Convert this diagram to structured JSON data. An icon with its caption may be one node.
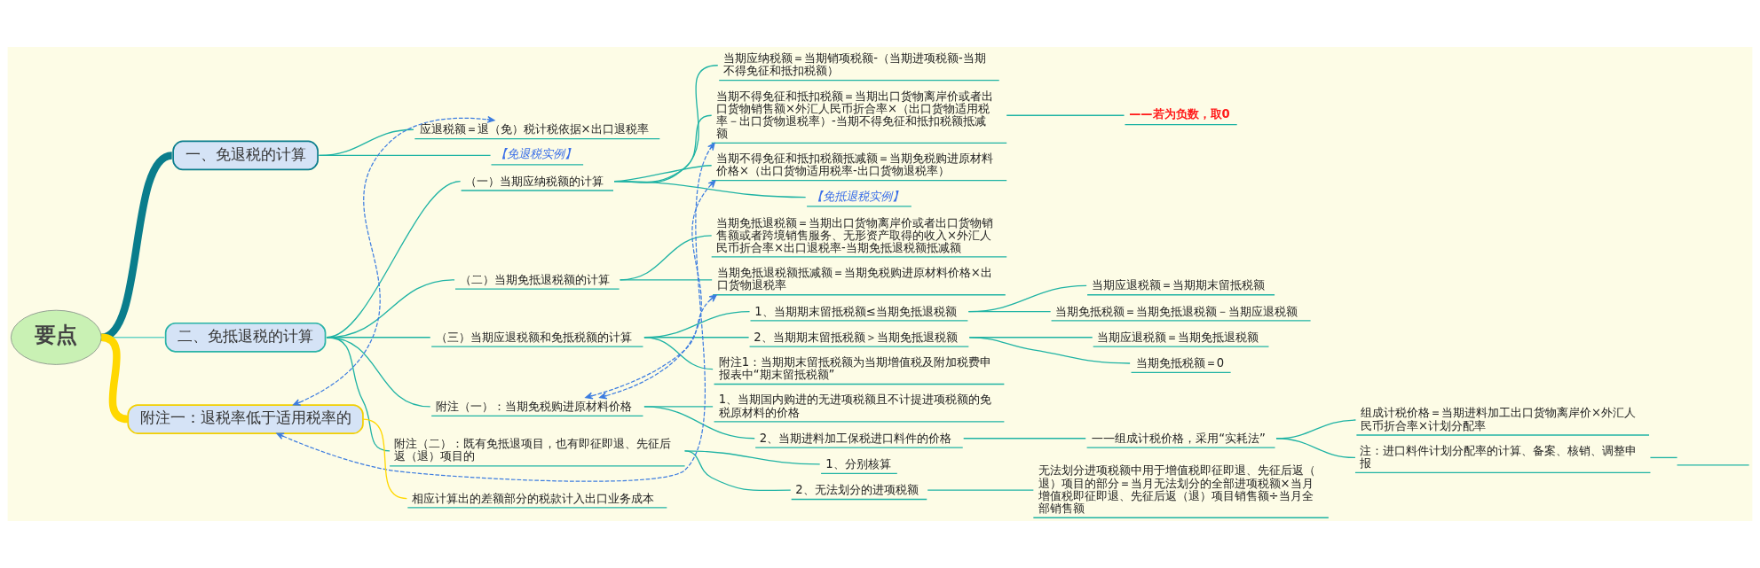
{
  "diagram": {
    "nodes": [
      {
        "text": [
          "要点"
        ]
      },
      {
        "text": [
          "一、免退税的计算"
        ]
      },
      {
        "text": [
          "应退税额＝退（免）税计税依据×出口退税率"
        ]
      },
      {
        "text": [
          "【免退税实例】"
        ]
      },
      {
        "text": [
          "二、免抵退税的计算"
        ]
      },
      {
        "text": [
          "（一）当期应纳税额的计算"
        ]
      },
      {
        "text": [
          "当期应纳税额＝当期销项税额-（当期进项税额-当期不得免征和抵扣税额）"
        ]
      },
      {
        "text": [
          "当期不得免征和抵扣税额＝当期出口货物离岸价或者出口货物销售额×外汇人民币折合率×（出口货物适用税率－出口货物退税率）-当期不得免征和抵扣税额抵减额"
        ]
      },
      {
        "text": [
          "——若为负数，取0"
        ]
      },
      {
        "text": [
          "当期不得免征和抵扣税额抵减额＝当期免税购进原材料价格×（出口货物适用税率-出口货物退税率）"
        ]
      },
      {
        "text": [
          "【免抵退税实例】"
        ]
      },
      {
        "text": [
          "（二）当期免抵退税额的计算"
        ]
      },
      {
        "text": [
          "当期免抵退税额＝当期出口货物离岸价或者出口货物销售额或者跨境销售服务、无形资产取得的收入×外汇人民币折合率×出口退税率-当期免抵退税额抵减额"
        ]
      },
      {
        "text": [
          "当期免抵退税额抵减额＝当期免税购进原材料价格×出口货物退税率"
        ]
      },
      {
        "text": [
          "（三）当期应退税额和免抵税额的计算"
        ]
      },
      {
        "text": [
          "1、当期期末留抵税额≤当期免抵退税额"
        ]
      },
      {
        "text": [
          "当期应退税额＝当期期末留抵税额"
        ]
      },
      {
        "text": [
          "当期免抵税额＝当期免抵退税额－当期应退税额"
        ]
      },
      {
        "text": [
          "2、当期期末留抵税额＞当期免抵退税额"
        ]
      },
      {
        "text": [
          "当期应退税额＝当期免抵退税额"
        ]
      },
      {
        "text": [
          "当期免抵税额＝0"
        ]
      },
      {
        "text": [
          "附注1：当期期末留抵税额为当期增值税及附加税费申报表中“期末留抵税额”"
        ]
      },
      {
        "text": [
          "附注（一）：当期免税购进原材料价格"
        ]
      },
      {
        "text": [
          "1、当期国内购进的无进项税额且不计提进项税额的免税原材料的价格"
        ]
      },
      {
        "text": [
          "2、当期进料加工保税进口料件的价格"
        ]
      },
      {
        "text": [
          "——组成计税价格，采用“实耗法”"
        ]
      },
      {
        "text": [
          "组成计税价格＝当期进料加工出口货物离岸价×外汇人民币折合率×计划分配率"
        ]
      },
      {
        "text": [
          "注：进口料件计划分配率的计算、备案、核销、调整申报"
        ]
      },
      {
        "text": [],
        "shape": "bar"
      },
      {
        "text": [
          "附注（二）：既有免抵退项目，也有即征即退、先征后返（退）项目的"
        ]
      },
      {
        "text": [
          "1、分别核算"
        ]
      },
      {
        "text": [
          "2、无法划分的进项税额"
        ]
      },
      {
        "text": [
          "无法划分进项税额中用于增值税即征即退、先征后返（退）项目的部分＝当月无法划分的全部进项税额×当月增值税即征即退、先征后返（退）项目销售额÷当月全部销售额"
        ]
      },
      {
        "text": [
          "附注一：退税率低于适用税率的"
        ]
      },
      {
        "text": [
          "相应计算出的差额部分的税款计入出口业务成本"
        ]
      }
    ],
    "edges": [
      {
        "from": 0,
        "to": 1,
        "arrow": "none",
        "style": "thick",
        "color": "#0a7d8c"
      },
      {
        "from": 1,
        "to": 2,
        "arrow": "none"
      },
      {
        "from": 1,
        "to": 3,
        "arrow": "none"
      },
      {
        "from": 0,
        "to": 4,
        "arrow": "none",
        "color": "#6ad3c6"
      },
      {
        "from": 4,
        "to": 5,
        "arrow": "none"
      },
      {
        "from": 5,
        "to": 6,
        "arrow": "none"
      },
      {
        "from": 5,
        "to": 7,
        "arrow": "none"
      },
      {
        "from": 7,
        "to": 8,
        "arrow": "none"
      },
      {
        "from": 5,
        "to": 9,
        "arrow": "none"
      },
      {
        "from": 5,
        "to": 10,
        "arrow": "none"
      },
      {
        "from": 4,
        "to": 11,
        "arrow": "none"
      },
      {
        "from": 11,
        "to": 12,
        "arrow": "none"
      },
      {
        "from": 11,
        "to": 13,
        "arrow": "none"
      },
      {
        "from": 4,
        "to": 14,
        "arrow": "none"
      },
      {
        "from": 14,
        "to": 15,
        "arrow": "none"
      },
      {
        "from": 15,
        "to": 16,
        "arrow": "none"
      },
      {
        "from": 15,
        "to": 17,
        "arrow": "none"
      },
      {
        "from": 14,
        "to": 18,
        "arrow": "none"
      },
      {
        "from": 18,
        "to": 19,
        "arrow": "none"
      },
      {
        "from": 18,
        "to": 20,
        "arrow": "none"
      },
      {
        "from": 14,
        "to": 21,
        "arrow": "none"
      },
      {
        "from": 4,
        "to": 22,
        "arrow": "none"
      },
      {
        "from": 22,
        "to": 23,
        "arrow": "none"
      },
      {
        "from": 22,
        "to": 24,
        "arrow": "none"
      },
      {
        "from": 24,
        "to": 25,
        "arrow": "none"
      },
      {
        "from": 25,
        "to": 26,
        "arrow": "none"
      },
      {
        "from": 25,
        "to": 27,
        "arrow": "none"
      },
      {
        "from": 27,
        "to": 28,
        "arrow": "none"
      },
      {
        "from": 4,
        "to": 29,
        "arrow": "none"
      },
      {
        "from": 29,
        "to": 30,
        "arrow": "none"
      },
      {
        "from": 29,
        "to": 31,
        "arrow": "none"
      },
      {
        "from": 31,
        "to": 32,
        "arrow": "none"
      },
      {
        "from": 0,
        "to": 33,
        "arrow": "none",
        "style": "thick",
        "color": "#ffd800"
      },
      {
        "from": 33,
        "to": 34,
        "arrow": "none",
        "color": "#ffd800"
      },
      {
        "from": 33,
        "to": 2,
        "arrow": "both",
        "style": "dashed",
        "color": "#3c7ce0"
      },
      {
        "from": 33,
        "to": 7,
        "arrow": "both",
        "style": "dashed",
        "color": "#3c7ce0"
      },
      {
        "from": 22,
        "to": 9,
        "arrow": "both",
        "style": "dashed",
        "color": "#3c7ce0"
      },
      {
        "from": 22,
        "to": 13,
        "arrow": "both",
        "style": "dashed",
        "color": "#3c7ce0"
      }
    ]
  }
}
